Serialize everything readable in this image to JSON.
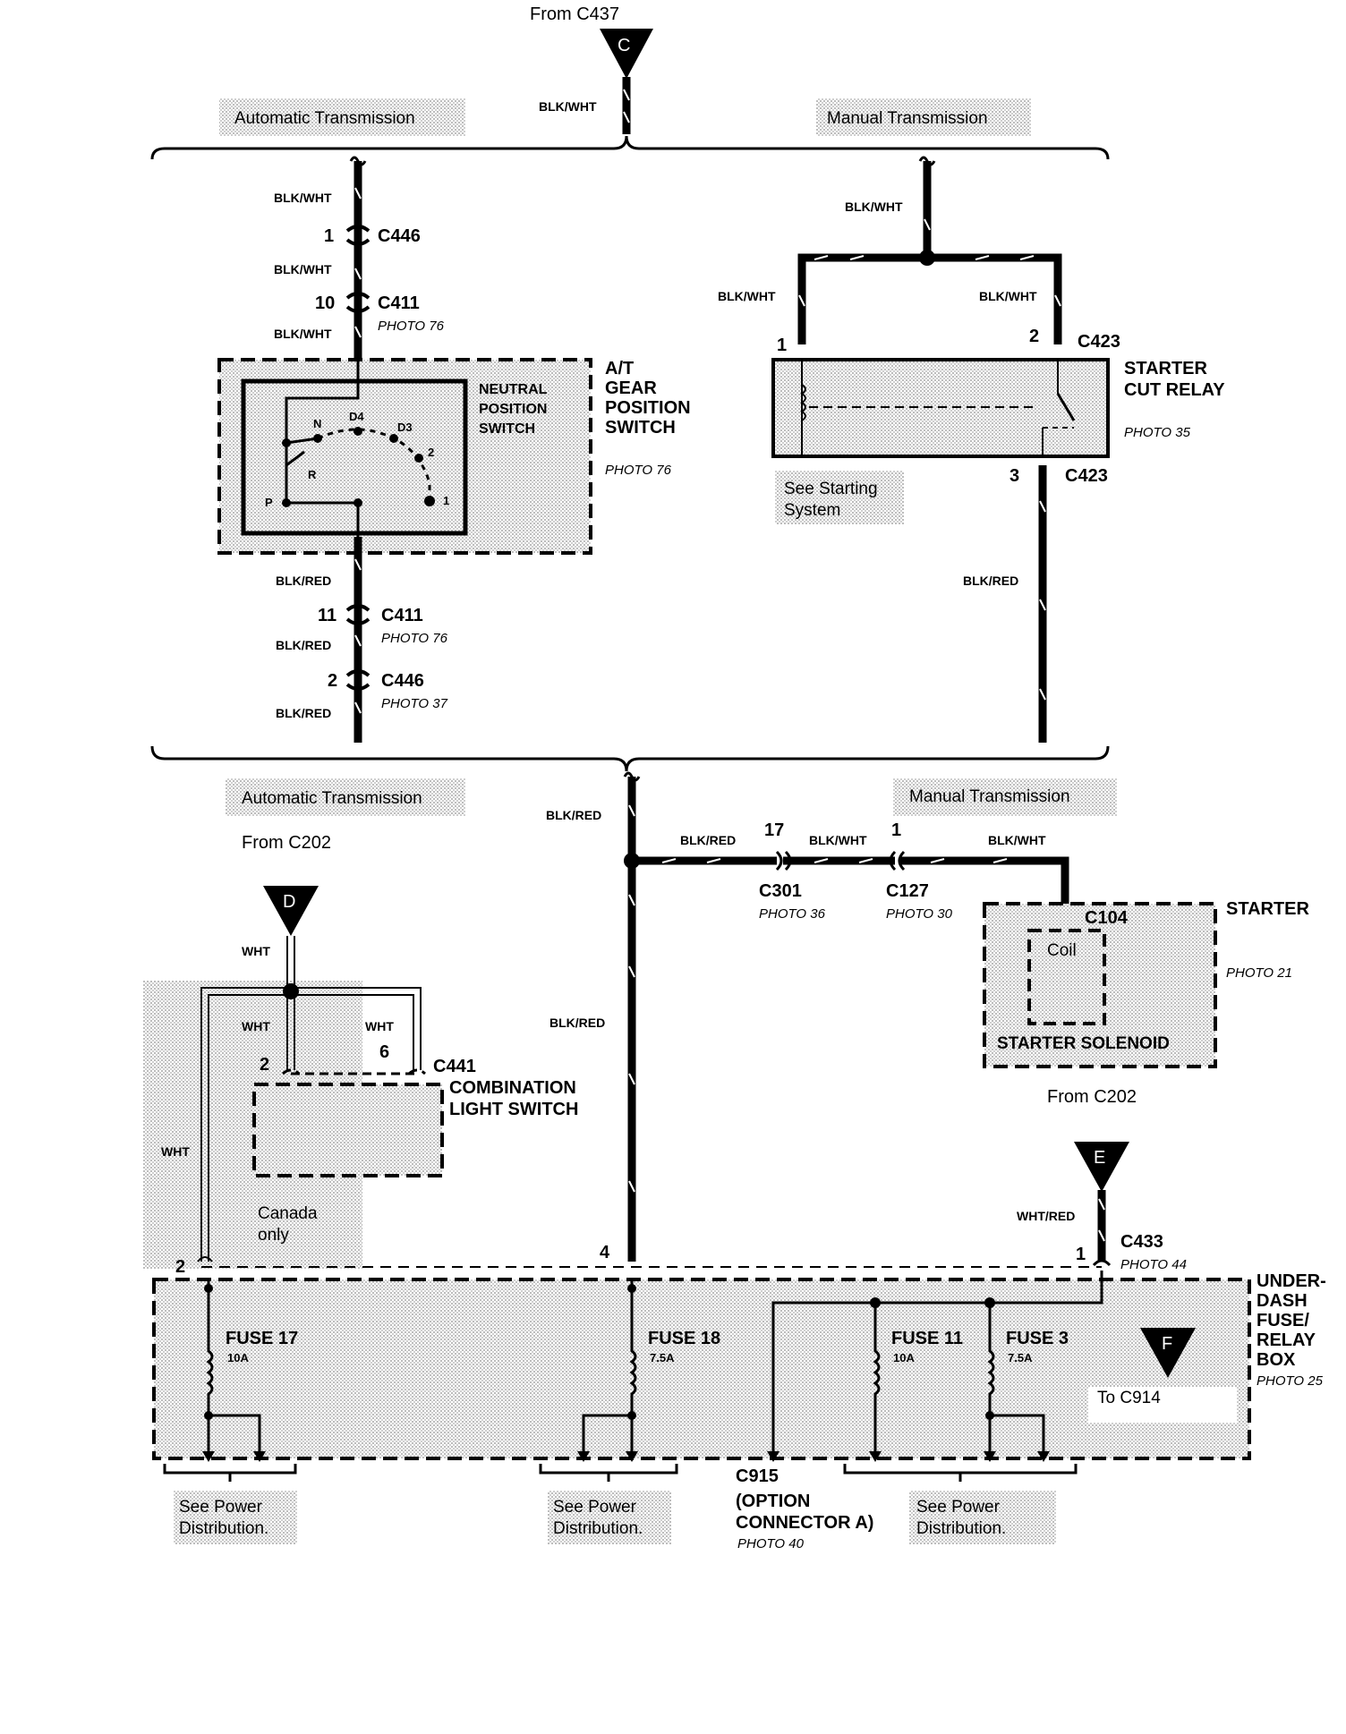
{
  "diagram": {
    "top": {
      "from_c437": "From C437",
      "conn_c": "C",
      "wire_main": "BLK/WHT",
      "at_band": "Automatic Transmission",
      "mt_band": "Manual Transmission"
    },
    "at_top": {
      "wire1": "BLK/WHT",
      "pin_c446": "1",
      "c446": "C446",
      "wire2": "BLK/WHT",
      "pin_c411": "10",
      "c411": "C411",
      "c411_photo": "PHOTO 76",
      "wire3": "BLK/WHT",
      "switch_title": [
        "A/T",
        "GEAR",
        "POSITION",
        "SWITCH"
      ],
      "switch_photo": "PHOTO 76",
      "neutral": [
        "NEUTRAL",
        "POSITION",
        "SWITCH"
      ],
      "positions": [
        "N",
        "D4",
        "D3",
        "2",
        "R",
        "P",
        "1"
      ],
      "wire4": "BLK/RED",
      "pin_c411b": "11",
      "c411b": "C411",
      "c411b_photo": "PHOTO 76",
      "wire5": "BLK/RED",
      "pin_c446b": "2",
      "c446b": "C446",
      "c446b_photo": "PHOTO 37",
      "wire6": "BLK/RED"
    },
    "mt_top": {
      "wire1": "BLK/WHT",
      "wire_left": "BLK/WHT",
      "wire_right": "BLK/WHT",
      "pin1": "1",
      "pin2": "2",
      "c423": "C423",
      "relay_title": [
        "STARTER",
        "CUT RELAY"
      ],
      "relay_photo": "PHOTO 35",
      "pin3": "3",
      "c423b": "C423",
      "note": [
        "See Starting",
        "System"
      ],
      "wire_down": "BLK/RED"
    },
    "middle": {
      "at_band": "Automatic Transmission",
      "mt_band": "Manual Transmission",
      "wire_main": "BLK/RED",
      "from_c202": "From C202",
      "wire_h1": "BLK/RED",
      "pin17": "17",
      "wire_h2": "BLK/WHT",
      "pin1": "1",
      "wire_h3": "BLK/WHT",
      "c301": "C301",
      "c301_photo": "PHOTO 36",
      "c127": "C127",
      "c127_photo": "PHOTO 30",
      "starter_title": "STARTER",
      "starter_photo": "PHOTO 21",
      "c104": "C104",
      "coil": "Coil",
      "solenoid": "STARTER SOLENOID",
      "wire_main2": "BLK/RED",
      "from_c202b": "From C202"
    },
    "lower_left": {
      "conn_d": "D",
      "wire_top": "WHT",
      "wire_l": "WHT",
      "wire_r": "WHT",
      "wire_long": "WHT",
      "pin2": "2",
      "pin6": "6",
      "c441": "C441",
      "switch_title": [
        "COMBINATION",
        "LIGHT SWITCH"
      ],
      "canada": [
        "Canada",
        "only"
      ]
    },
    "lower_right": {
      "conn_e": "E",
      "wire": "WHT/RED",
      "pin1": "1",
      "c433": "C433",
      "c433_photo": "PHOTO 44"
    },
    "fuse_box": {
      "pin2": "2",
      "pin4": "4",
      "fuses": [
        {
          "name": "FUSE 17",
          "rating": "10A"
        },
        {
          "name": "FUSE 18",
          "rating": "7.5A"
        },
        {
          "name": "FUSE 11",
          "rating": "10A"
        },
        {
          "name": "FUSE 3",
          "rating": "7.5A"
        }
      ],
      "conn_f": "F",
      "to_c914": "To C914",
      "title": [
        "UNDER-",
        "DASH",
        "FUSE/",
        "RELAY",
        "BOX"
      ],
      "photo": "PHOTO 25"
    },
    "bottom": {
      "see_power": [
        "See Power",
        "Distribution."
      ],
      "c915": "C915",
      "option": [
        "(OPTION",
        "CONNECTOR A)"
      ],
      "c915_photo": "PHOTO 40"
    }
  }
}
